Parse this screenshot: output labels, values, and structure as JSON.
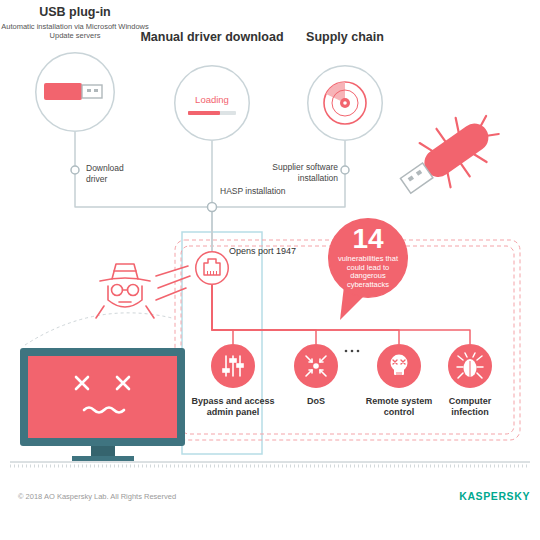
{
  "diagram": {
    "nodes": [
      {
        "text": [
          "USB plug-in",
          "Automatic installation via Microsoft Windows Update servers"
        ]
      },
      {
        "text": [
          "Manual driver download",
          "Loading"
        ]
      },
      {
        "text": [
          "Supply chain"
        ]
      },
      {
        "text": [
          "Opens port 1947"
        ]
      },
      {
        "text": [
          "14",
          "vulnerabilities that could lead to dangerous cyberattacks"
        ]
      },
      {
        "text": [
          "Bypass and access admin panel"
        ]
      },
      {
        "text": [
          "DoS"
        ]
      },
      {
        "text": [
          "Remote system control"
        ]
      },
      {
        "text": [
          "Computer infection"
        ]
      }
    ],
    "edges": [
      {
        "from": 0,
        "to": 3,
        "label": "Download driver",
        "arrow": "none"
      },
      {
        "from": 1,
        "to": 3,
        "label": "HASP installation",
        "arrow": "none"
      },
      {
        "from": 2,
        "to": 3,
        "label": "Supplier software installation",
        "arrow": "none"
      },
      {
        "from": 3,
        "to": 5,
        "arrow": "none"
      },
      {
        "from": 3,
        "to": 6,
        "arrow": "none"
      },
      {
        "from": 3,
        "to": 7,
        "arrow": "none"
      },
      {
        "from": 3,
        "to": 8,
        "arrow": "none"
      }
    ],
    "labels": [
      "© 2018 AO Kaspersky Lab. All Rights Reserved",
      "KASPERSKY"
    ]
  }
}
